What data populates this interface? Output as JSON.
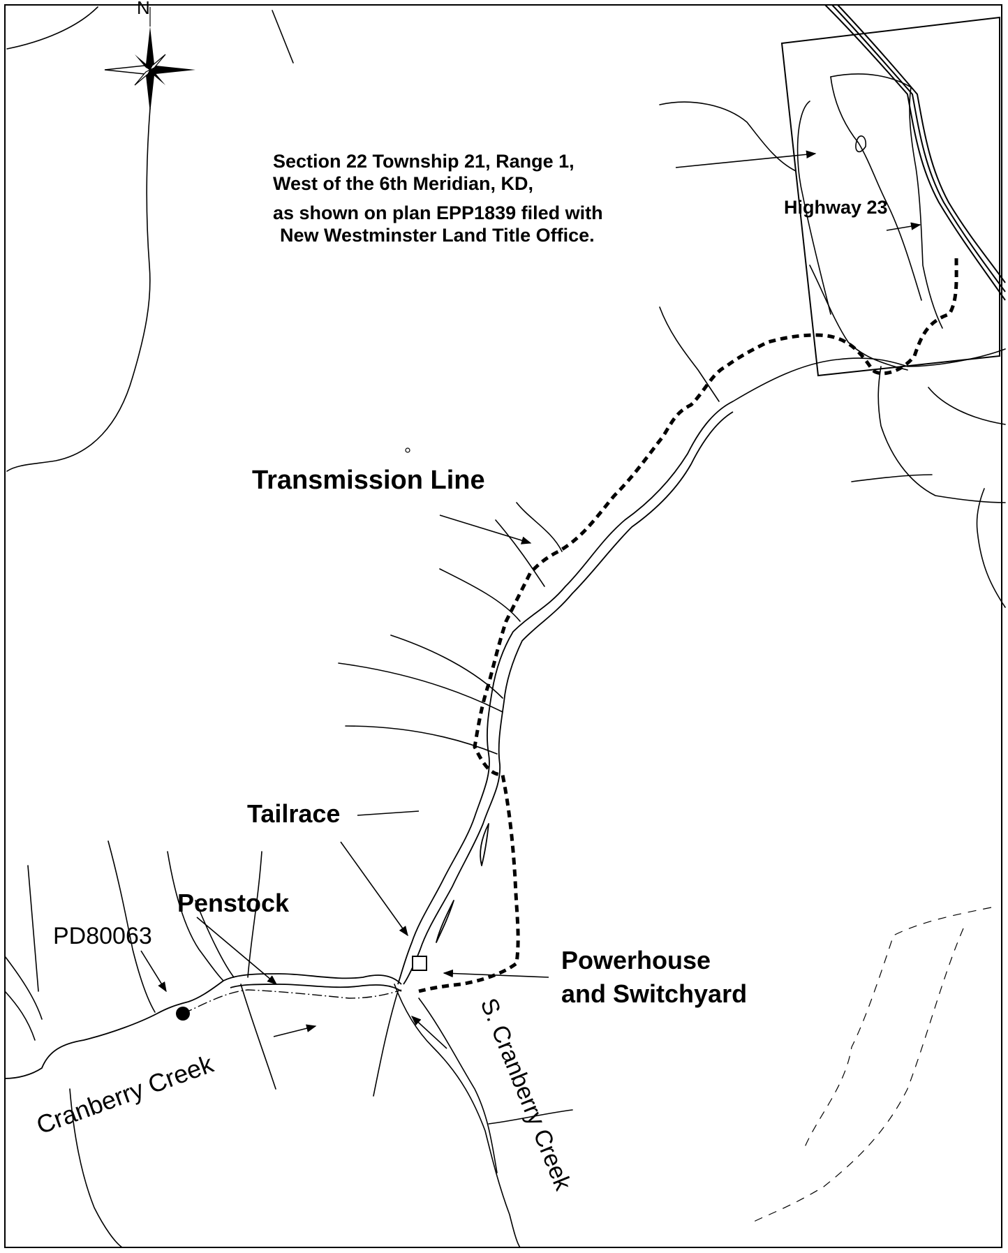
{
  "compass": {
    "north_label": "N",
    "icon": "north-arrow-compass-rose-icon"
  },
  "labels": {
    "section_line1": "Section 22 Township 21, Range 1,",
    "section_line2": "West of the 6th Meridian, KD,",
    "section_line3": "as shown on plan EPP1839 filed with",
    "section_line4": "New Westminster Land Title Office.",
    "highway": "Highway 23",
    "transmission_line": "Transmission Line",
    "tailrace": "Tailrace",
    "penstock": "Penstock",
    "point_of_diversion": "PD80063",
    "powerhouse_line1": "Powerhouse",
    "powerhouse_line2": "and Switchyard",
    "cranberry_creek": "Cranberry Creek",
    "south_cranberry_creek": "S. Cranberry Creek"
  },
  "colors": {
    "ink": "#000000",
    "paper": "#ffffff"
  }
}
